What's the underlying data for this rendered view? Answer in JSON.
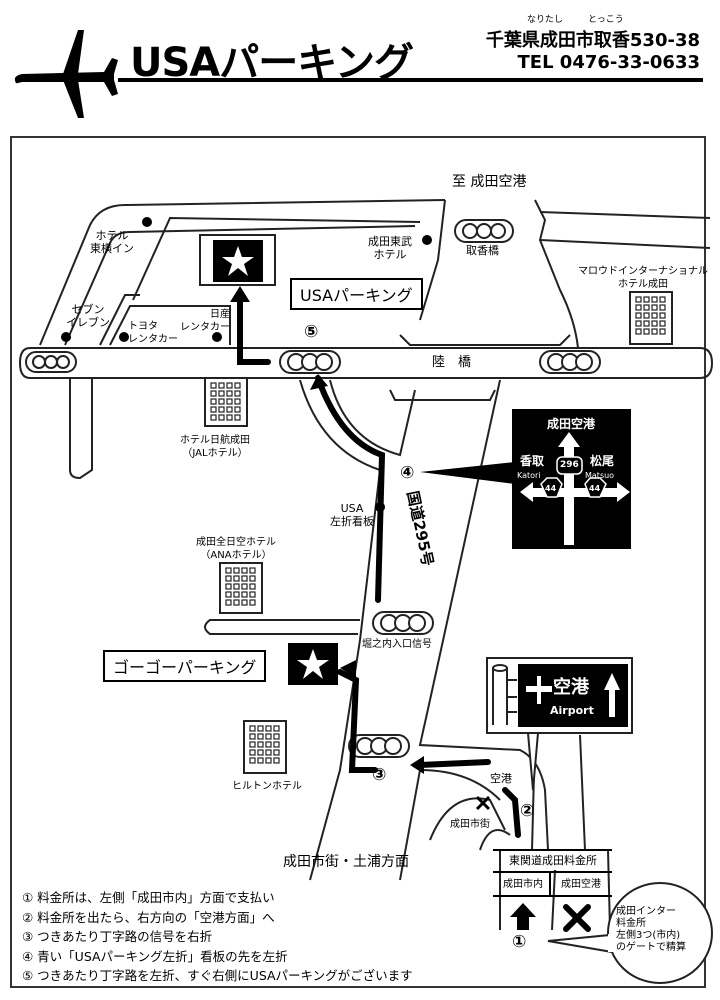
{
  "header": {
    "title": "USAパーキング",
    "address": "千葉県成田市取香530-38",
    "address_ruby": [
      "なりたし",
      "とっこう"
    ],
    "tel": "TEL 0476-33-0633",
    "logo_icon": "airplane-icon"
  },
  "map": {
    "to_airport": "至 成田空港",
    "landmarks": {
      "hotel_toyoko_inn": "ホテル\n東横イン",
      "seven_eleven": "セブン\nイレブン",
      "toyota_rental": "トヨタ\nレンタカー",
      "nissan_rental": "日産\nレンタカー",
      "narita_tobu_hotel": "成田東武\nホテル",
      "tokko_bridge": "取香橋",
      "marroad_hotel": "マロウドインターナショナル\nホテル成田",
      "rikkyo": "陸　橋",
      "jal_hotel": "ホテル日航成田\n（JALホテル）",
      "usa_sign": "USA\n左折看板",
      "route_295": "国道295号",
      "ana_hotel": "成田全日空ホテル\n（ANAホテル）",
      "horinouchi_signal": "堀之内入口信号",
      "hilton": "ヒルトンホテル",
      "narita_city_dir": "成田市街・土浦方面",
      "airport_label": "空港",
      "narita_city_label": "成田市街"
    },
    "callouts": {
      "usa_parking": "USAパーキング",
      "gogo_parking": "ゴーゴーパーキング"
    },
    "road_sign": {
      "top": "成田空港",
      "left_jp": "香取",
      "left_en": "Katori",
      "right_jp": "松尾",
      "right_en": "Matsuo",
      "route_center": "296",
      "route_left": "44",
      "route_right": "44"
    },
    "airport_sign": {
      "jp": "空港",
      "en": "Airport"
    },
    "step_markers": [
      "①",
      "②",
      "③",
      "④",
      "⑤"
    ],
    "toll": {
      "title": "東関道成田料金所",
      "lane_left": "成田市内",
      "lane_right": "成田空港",
      "note": "成田インター\n料金所\n左側3つ(市内)\nのゲートで精算"
    }
  },
  "steps": [
    "① 料金所は、左側「成田市内」方面で支払い",
    "② 料金所を出たら、右方向の「空港方面」へ",
    "③ つきあたり丁字路の信号を右折",
    "④ 青い「USAパーキング左折」看板の先を左折",
    "⑤ つきあたり丁字路を左折、すぐ右側にUSAパーキングがございます"
  ]
}
